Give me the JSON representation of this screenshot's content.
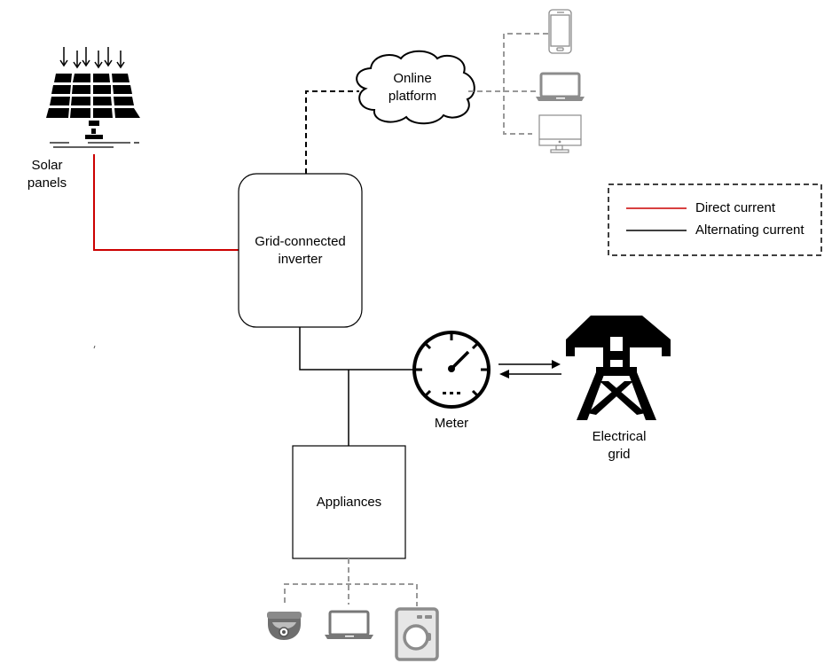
{
  "nodes": {
    "solar_panels": {
      "label_line1": "Solar",
      "label_line2": "panels",
      "icon": "solar-panel-icon"
    },
    "inverter": {
      "label_line1": "Grid-connected",
      "label_line2": "inverter"
    },
    "online_platform": {
      "label_line1": "Online",
      "label_line2": "platform",
      "icon": "cloud-icon"
    },
    "meter": {
      "label": "Meter",
      "icon": "gauge-icon"
    },
    "electrical_grid": {
      "label_line1": "Electrical",
      "label_line2": "grid",
      "icon": "transmission-tower-icon"
    },
    "appliances": {
      "label": "Appliances"
    }
  },
  "platform_devices": [
    {
      "name": "smartphone",
      "icon": "smartphone-icon"
    },
    {
      "name": "laptop",
      "icon": "laptop-icon"
    },
    {
      "name": "desktop-monitor",
      "icon": "monitor-icon"
    }
  ],
  "appliance_devices": [
    {
      "name": "security-camera",
      "icon": "security-camera-icon"
    },
    {
      "name": "laptop",
      "icon": "laptop-icon"
    },
    {
      "name": "washing-machine",
      "icon": "washing-machine-icon"
    }
  ],
  "legend": {
    "items": [
      {
        "label": "Direct current",
        "color": "#cc0000"
      },
      {
        "label": "Alternating current",
        "color": "#000000"
      }
    ]
  },
  "colors": {
    "dc_line": "#cc0000",
    "ac_line": "#000000",
    "data_link_dark": "#000000",
    "data_link_gray": "#999999",
    "device_gray": "#8c8c8c"
  }
}
